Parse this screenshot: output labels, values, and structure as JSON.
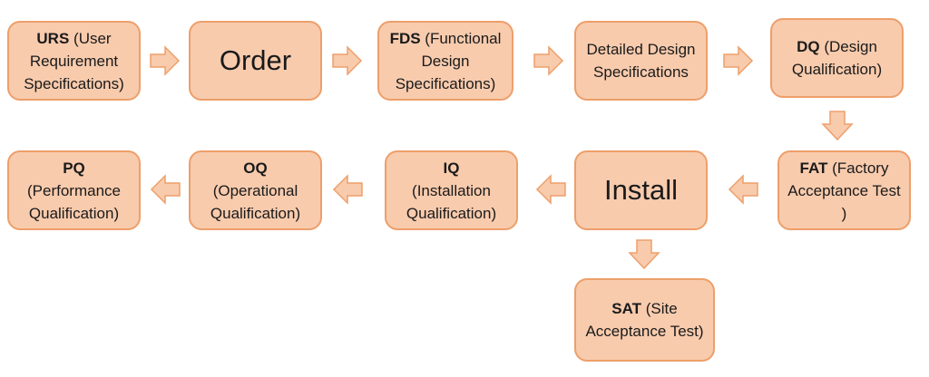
{
  "colors": {
    "fill": "#f8cbad",
    "border": "#ed9f6a",
    "text": "#1a1a1a"
  },
  "nodes": {
    "urs": {
      "abbr": "URS",
      "text": " (User Requirement Specifications)"
    },
    "order": {
      "text": "Order"
    },
    "fds": {
      "abbr": "FDS",
      "text": " (Functional Design Specifications)"
    },
    "dds": {
      "text": "Detailed Design Specifications"
    },
    "dq": {
      "abbr": "DQ",
      "text": " (Design Qualification)"
    },
    "fat": {
      "abbr": "FAT",
      "text": " (Factory Acceptance Test )"
    },
    "install": {
      "text": "Install"
    },
    "iq": {
      "abbr": "IQ",
      "text": "(Installation Qualification)"
    },
    "oq": {
      "abbr": "OQ",
      "text": "(Operational Qualification)"
    },
    "pq": {
      "abbr": "PQ",
      "text": "(Performance Qualification)"
    },
    "sat": {
      "abbr": "SAT",
      "text": " (Site Acceptance Test)"
    }
  },
  "flow": [
    "URS",
    "Order",
    "FDS",
    "Detailed Design Specifications",
    "DQ",
    "FAT",
    "Install",
    "IQ",
    "OQ",
    "PQ",
    "SAT"
  ]
}
